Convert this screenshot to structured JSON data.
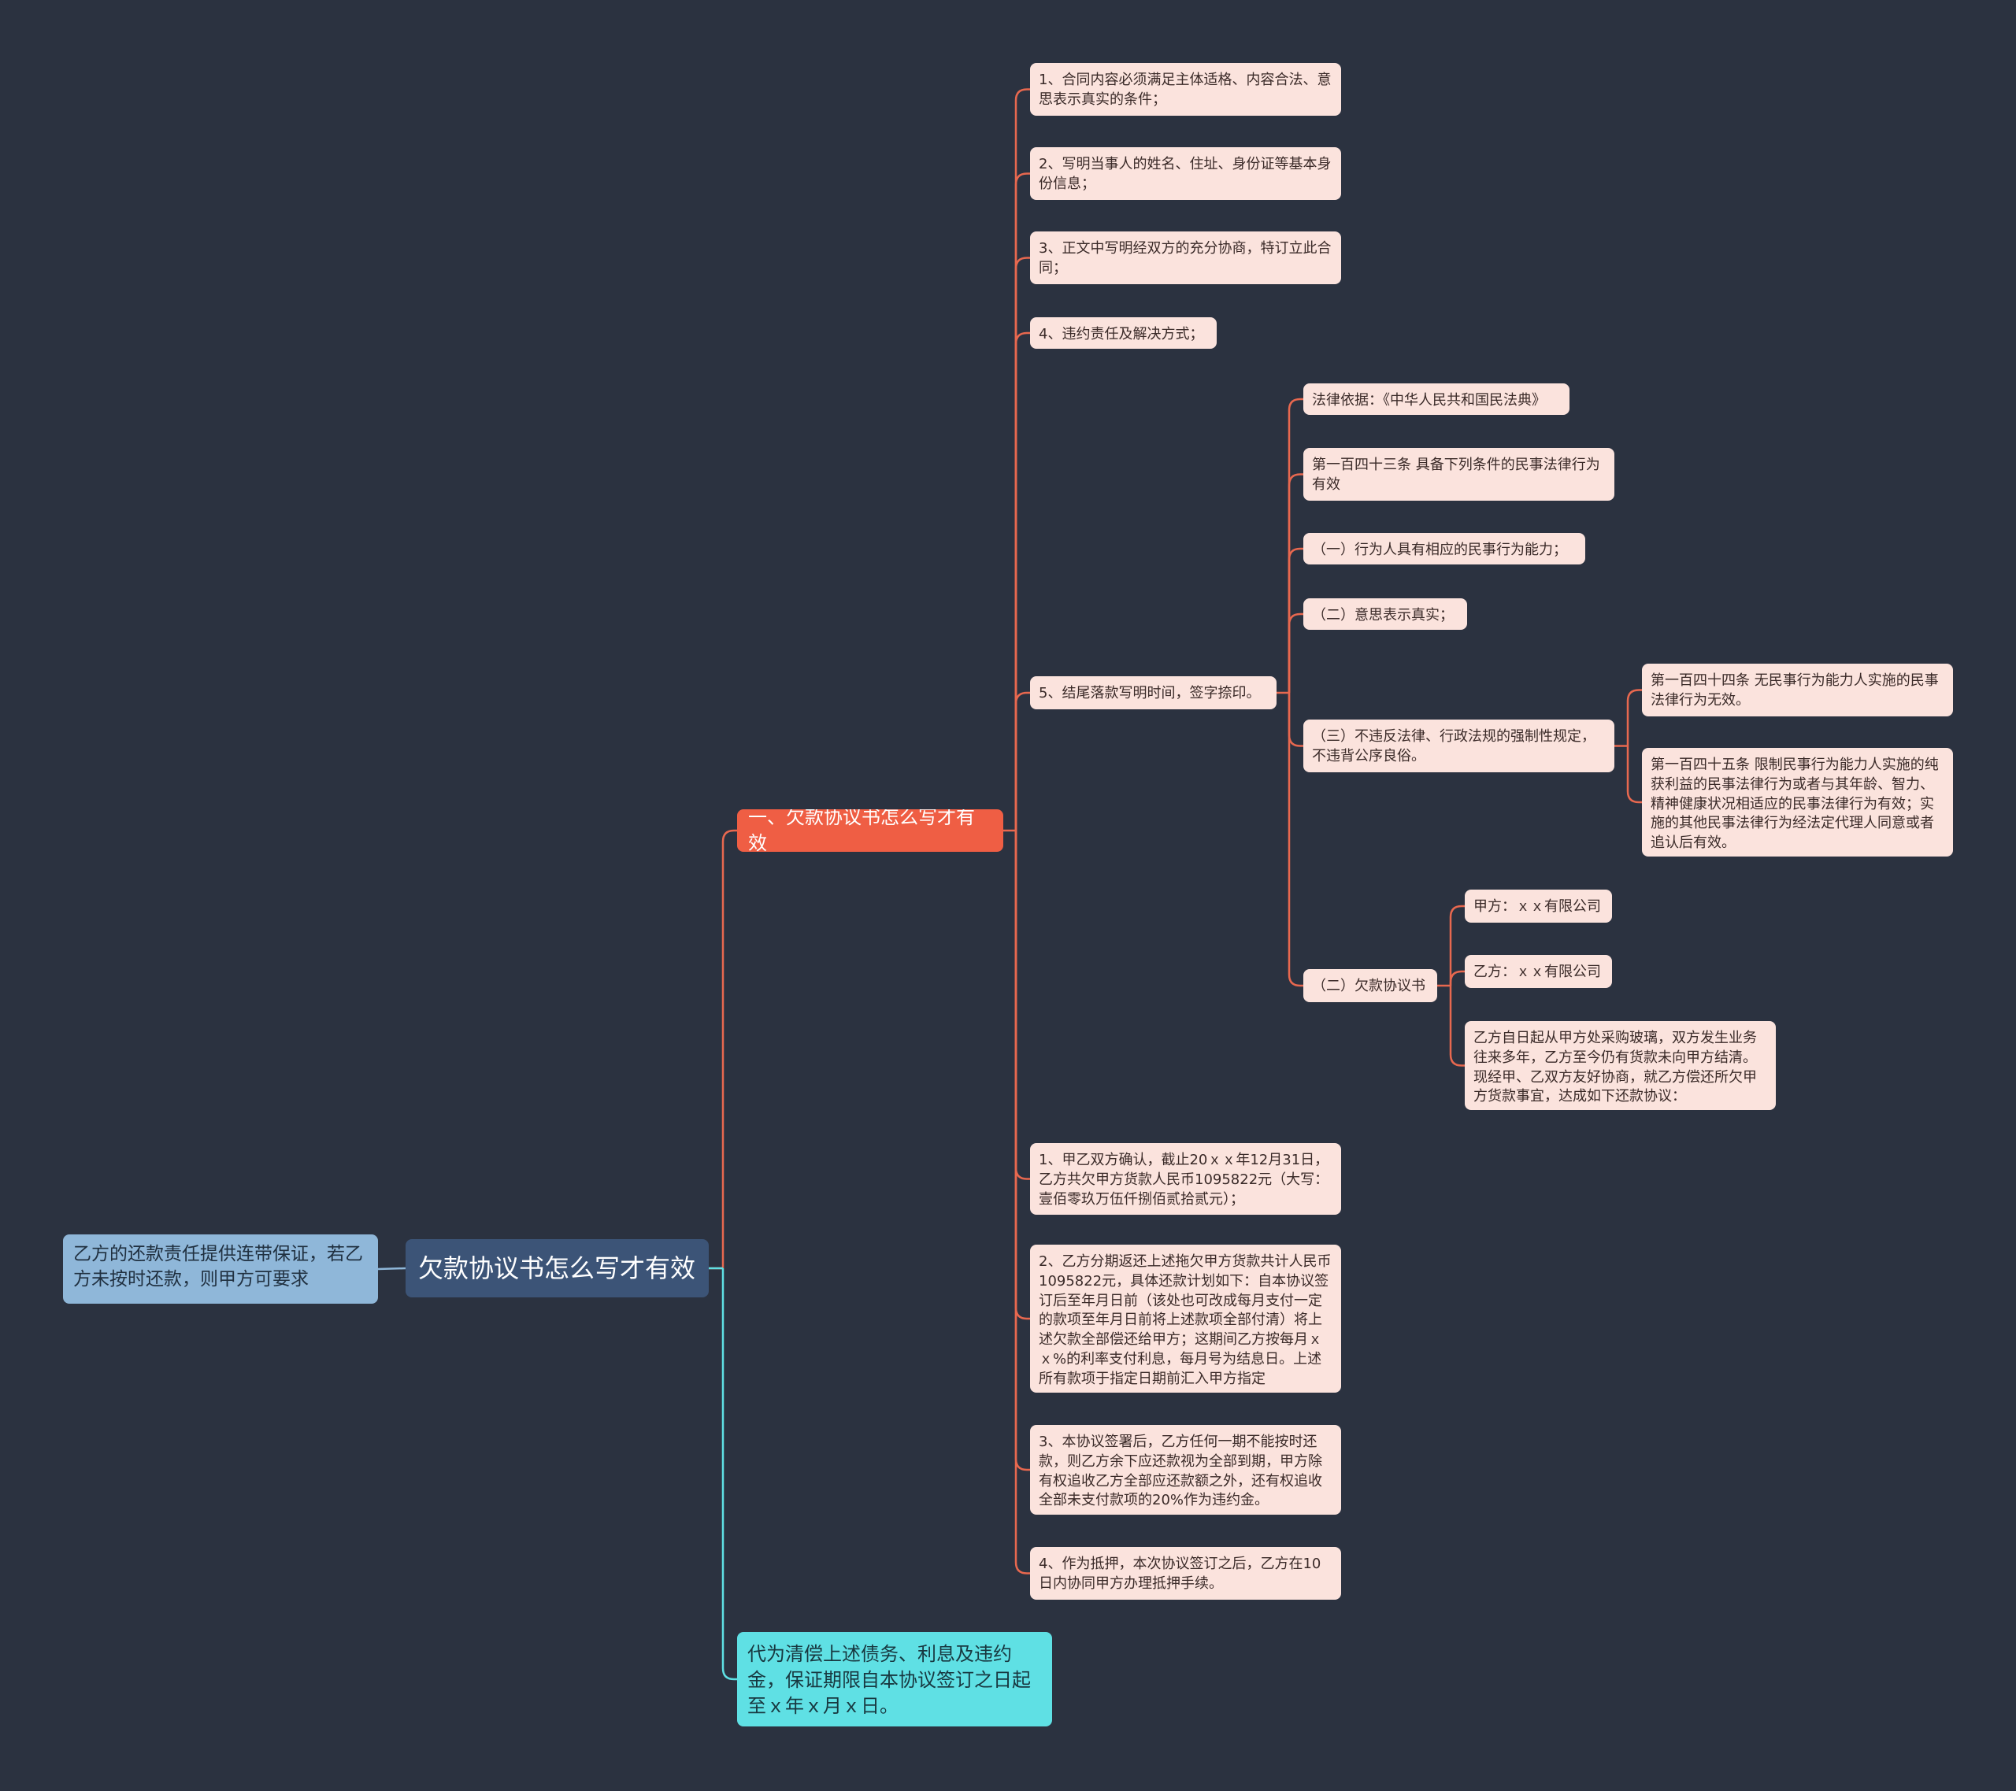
{
  "root": {
    "label": "欠款协议书怎么写才有效"
  },
  "left_note": {
    "label": "乙方的还款责任提供连带保证，若乙方未按时还款，则甲方可要求"
  },
  "branch_main": {
    "label": "一、欠款协议书怎么写才有效"
  },
  "branch_guarantee": {
    "label": "代为清偿上述债务、利息及违约金，保证期限自本协议签订之日起至ｘ年ｘ月ｘ日。"
  },
  "items": {
    "c1": "1、合同内容必须满足主体适格、内容合法、意思表示真实的条件；",
    "c2": "2、写明当事人的姓名、住址、身份证等基本身份信息；",
    "c3": "3、正文中写明经双方的充分协商，特订立此合同；",
    "c4": "4、违约责任及解决方式；",
    "c5": "5、结尾落款写明时间，签字捺印。",
    "law_basis": "法律依据：《中华人民共和国民法典》",
    "art143": "第一百四十三条 具备下列条件的民事法律行为有效",
    "cond1": "（一）行为人具有相应的民事行为能力；",
    "cond2": "（二）意思表示真实；",
    "cond3": "（三）不违反法律、行政法规的强制性规定，不违背公序良俗。",
    "art144": "第一百四十四条 无民事行为能力人实施的民事法律行为无效。",
    "art145": "第一百四十五条 限制民事行为能力人实施的纯获利益的民事法律行为或者与其年龄、智力、精神健康状况相适应的民事法律行为有效；实施的其他民事法律行为经法定代理人同意或者追认后有效。",
    "debt_agreement": "（二）欠款协议书",
    "party_a": "甲方：ｘｘ有限公司",
    "party_b": "乙方：ｘｘ有限公司",
    "preamble": "乙方自日起从甲方处采购玻璃，双方发生业务往来多年，乙方至今仍有货款未向甲方结清。现经甲、乙双方友好协商，就乙方偿还所欠甲方货款事宜，达成如下还款协议：",
    "t1": "1、甲乙双方确认，截止20ｘｘ年12月31日，乙方共欠甲方货款人民币1095822元（大写：壹佰零玖万伍仟捌佰贰拾贰元）；",
    "t2": "2、乙方分期返还上述拖欠甲方货款共计人民币1095822元，具体还款计划如下：自本协议签订后至年月日前（该处也可改成每月支付一定的款项至年月日前将上述款项全部付清）将上述欠款全部偿还给甲方；这期间乙方按每月ｘｘ%的利率支付利息，每月号为结息日。上述所有款项于指定日期前汇入甲方指定",
    "t3": "3、本协议签署后，乙方任何一期不能按时还款，则乙方余下应还款视为全部到期，甲方除有权追收乙方全部应还款额之外，还有权追收全部未支付款项的20%作为违约金。",
    "t4": "4、作为抵押，本次协议签订之后，乙方在10日内协同甲方办理抵押手续。"
  },
  "colors": {
    "background": "#2b3240",
    "branch_red": "#ef5e44",
    "link_red": "#e8684f",
    "link_cyan": "#5fe0e4",
    "leaf_fill": "#fbe3dd",
    "root_fill": "#3c5477",
    "left_fill": "#8fb7d9"
  }
}
